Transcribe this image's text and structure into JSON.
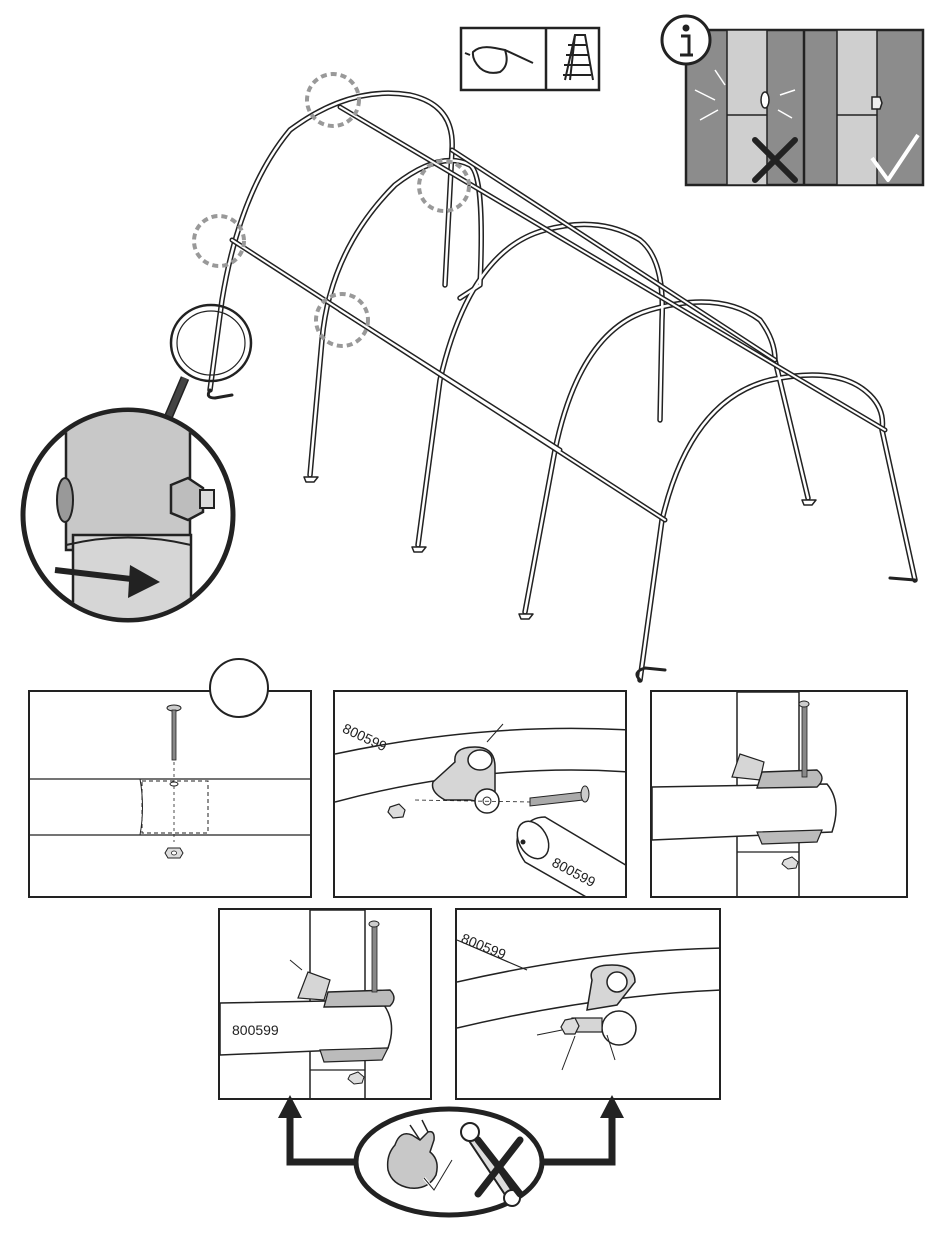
{
  "part_numbers": {
    "panel2_upper": "800599",
    "panel2_lower": "800599",
    "panel4": "800599",
    "panel5": "800599"
  },
  "icons": [
    "safety-glasses-icon",
    "step-ladder-icon",
    "info-icon",
    "cross-mark-icon",
    "check-mark-icon",
    "hand-tighten-icon",
    "no-wrench-icon"
  ],
  "colors": {
    "line": "#222222",
    "grey_fill": "#c8c8c8",
    "dark_grey": "#8c8c8c",
    "dashed_circle": "#999999"
  }
}
